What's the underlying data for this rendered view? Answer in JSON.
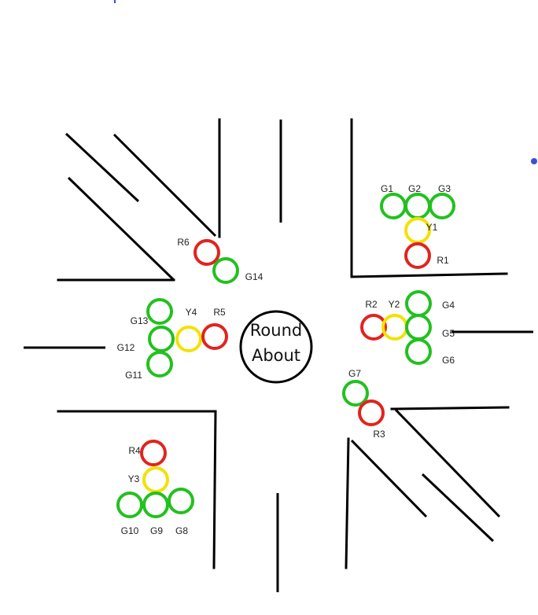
{
  "colors": {
    "green": "#22c11f",
    "yellow": "#f2e200",
    "red": "#e2231e",
    "marker": "#3b4fd8"
  },
  "roundabout": {
    "line1": "Round",
    "line2": "About"
  },
  "lights": [
    {
      "id": "G1",
      "label": "G1",
      "color": "green"
    },
    {
      "id": "G2",
      "label": "G2",
      "color": "green"
    },
    {
      "id": "G3",
      "label": "G3",
      "color": "green"
    },
    {
      "id": "Y1",
      "label": "Y1",
      "color": "yellow"
    },
    {
      "id": "R1",
      "label": "R1",
      "color": "red"
    },
    {
      "id": "R2",
      "label": "R2",
      "color": "red"
    },
    {
      "id": "Y2",
      "label": "Y2",
      "color": "yellow"
    },
    {
      "id": "G4",
      "label": "G4",
      "color": "green"
    },
    {
      "id": "G5",
      "label": "G5",
      "color": "green"
    },
    {
      "id": "G6",
      "label": "G6",
      "color": "green"
    },
    {
      "id": "G7",
      "label": "G7",
      "color": "green"
    },
    {
      "id": "R3",
      "label": "R3",
      "color": "red"
    },
    {
      "id": "R4",
      "label": "R4",
      "color": "red"
    },
    {
      "id": "Y3",
      "label": "Y3",
      "color": "yellow"
    },
    {
      "id": "G8",
      "label": "G8",
      "color": "green"
    },
    {
      "id": "G9",
      "label": "G9",
      "color": "green"
    },
    {
      "id": "G10",
      "label": "G10",
      "color": "green"
    },
    {
      "id": "G11",
      "label": "G11",
      "color": "green"
    },
    {
      "id": "G12",
      "label": "G12",
      "color": "green"
    },
    {
      "id": "G13",
      "label": "G13",
      "color": "green"
    },
    {
      "id": "Y4",
      "label": "Y4",
      "color": "yellow"
    },
    {
      "id": "R5",
      "label": "R5",
      "color": "red"
    },
    {
      "id": "R6",
      "label": "R6",
      "color": "red"
    },
    {
      "id": "G14",
      "label": "G14",
      "color": "green"
    }
  ]
}
